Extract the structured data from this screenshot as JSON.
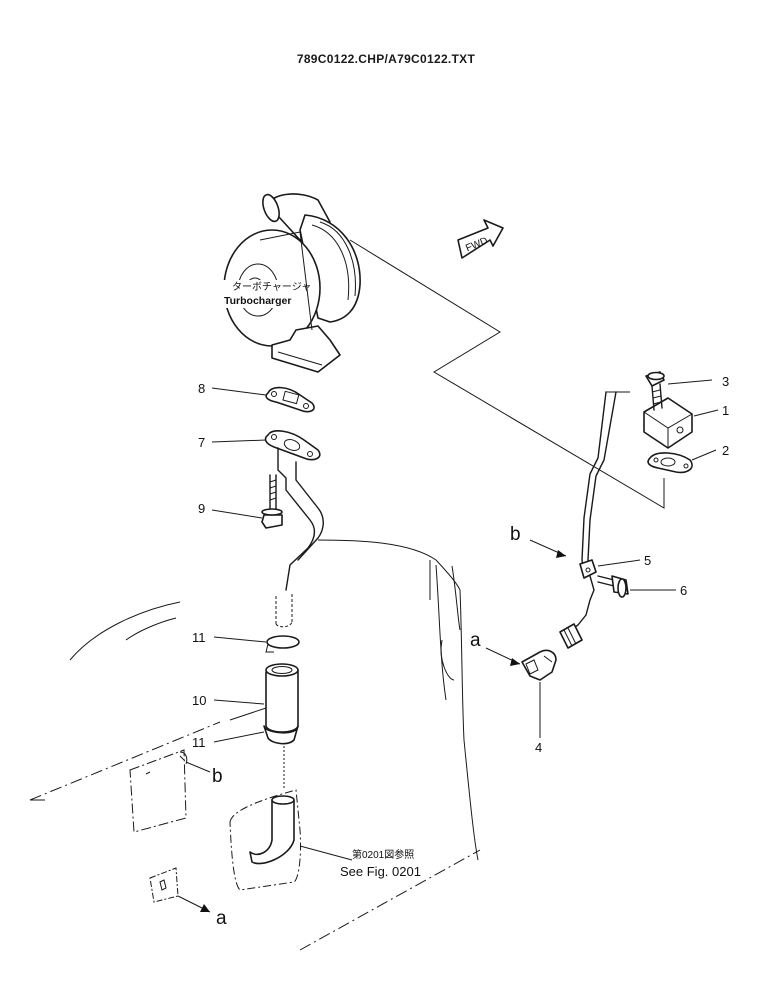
{
  "header": {
    "title": "789C0122.CHP/A79C0122.TXT"
  },
  "direction": {
    "fwd": "FWD"
  },
  "turbocharger": {
    "jp": "ターボチャージャ",
    "en": "Turbocharger"
  },
  "see_fig": {
    "jp": "第0201図参照",
    "en": "See Fig. 0201"
  },
  "refs": {
    "a": "a",
    "b": "b"
  },
  "parts": {
    "p1": "1",
    "p2": "2",
    "p3": "3",
    "p4": "4",
    "p5": "5",
    "p6": "6",
    "p7": "7",
    "p8": "8",
    "p9": "9",
    "p10": "10",
    "p11": "11"
  }
}
